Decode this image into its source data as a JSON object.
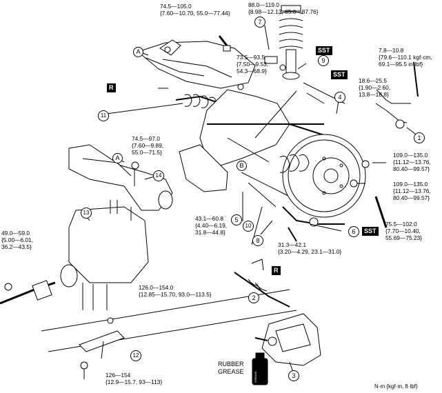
{
  "torques": {
    "t1": [
      "74.5—105.0",
      "{7.60—10.70, 55.0—77.44}"
    ],
    "t2": [
      "88.0—119.0",
      "{8.98—12.13, 65.0—87.76}"
    ],
    "t3": [
      "73.5—93.5",
      "{7.50—9.53,",
      "54.3—68.9}"
    ],
    "t4": [
      "7.8—10.8",
      "{79.6—110.1 kgf·cm,",
      "69.1—95.5 in·lbf}"
    ],
    "t5": [
      "18.6—25.5",
      "{1.90—2.60,",
      "13.8—18.8}"
    ],
    "t6": [
      "74.5—97.0",
      "{7.60—9.89,",
      "55.0—71.5}"
    ],
    "t7": [
      "109.0—135.0",
      "{11.12—13.76,",
      "80.40—99.57}"
    ],
    "t8": [
      "109.0—135.0",
      "{11.12—13.76,",
      "80.40—99.57}"
    ],
    "t9": [
      "43.1—60.8",
      "{4.40—6.19,",
      "31.8—44.8}"
    ],
    "t10": [
      "49.0—59.0",
      "{5.00—6.01,",
      "36.2—43.5}"
    ],
    "t11": [
      "31.3—42.1",
      "{3.20—4.29, 23.1—31.0}"
    ],
    "t12": [
      "75.5—102.0",
      "{7.70—10.40,",
      "55.69—75.23}"
    ],
    "t13": [
      "126.0—154.0",
      "{12.85—15.70, 93.0—113.5}"
    ],
    "t14": [
      "126—154",
      "{12.9—15.7, 93—113}"
    ]
  },
  "callouts": [
    "1",
    "2",
    "3",
    "4",
    "5",
    "6",
    "7",
    "8",
    "9",
    "10",
    "11",
    "12",
    "13",
    "14"
  ],
  "tags": {
    "sst": "SST",
    "r": "R"
  },
  "letters": {
    "a": "A",
    "b": "B"
  },
  "grease_label": [
    "RUBBER",
    "GREASE"
  ],
  "grease_can_text": "GREASE",
  "units": "N·m {kgf·m,  ft·lbf}"
}
